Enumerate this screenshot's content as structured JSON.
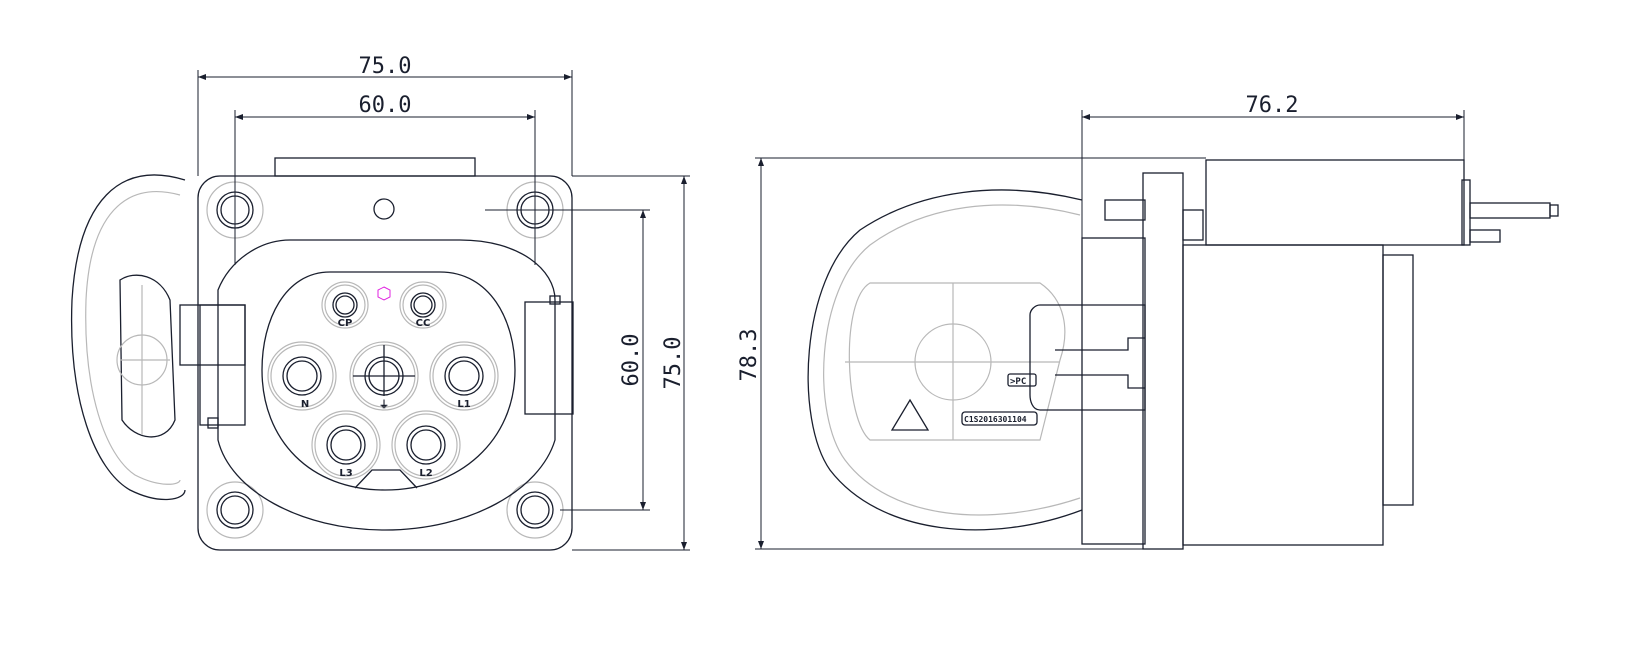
{
  "dimensions": {
    "front_width_overall": "75.0",
    "front_hole_spacing_horizontal": "60.0",
    "front_hole_spacing_vertical": "60.0",
    "front_height_overall": "75.0",
    "side_height": "78.3",
    "side_depth": "76.2"
  },
  "pins": [
    "CP",
    "CC",
    "N",
    "⏚",
    "L1",
    "L3",
    "L2"
  ],
  "side_labels": {
    "material_mark": ">PC",
    "part_code": "C1S2016301104"
  },
  "colors": {
    "line": "#1a1f2e",
    "hidden": "#b8b8b8",
    "marker": "#e020e0"
  }
}
